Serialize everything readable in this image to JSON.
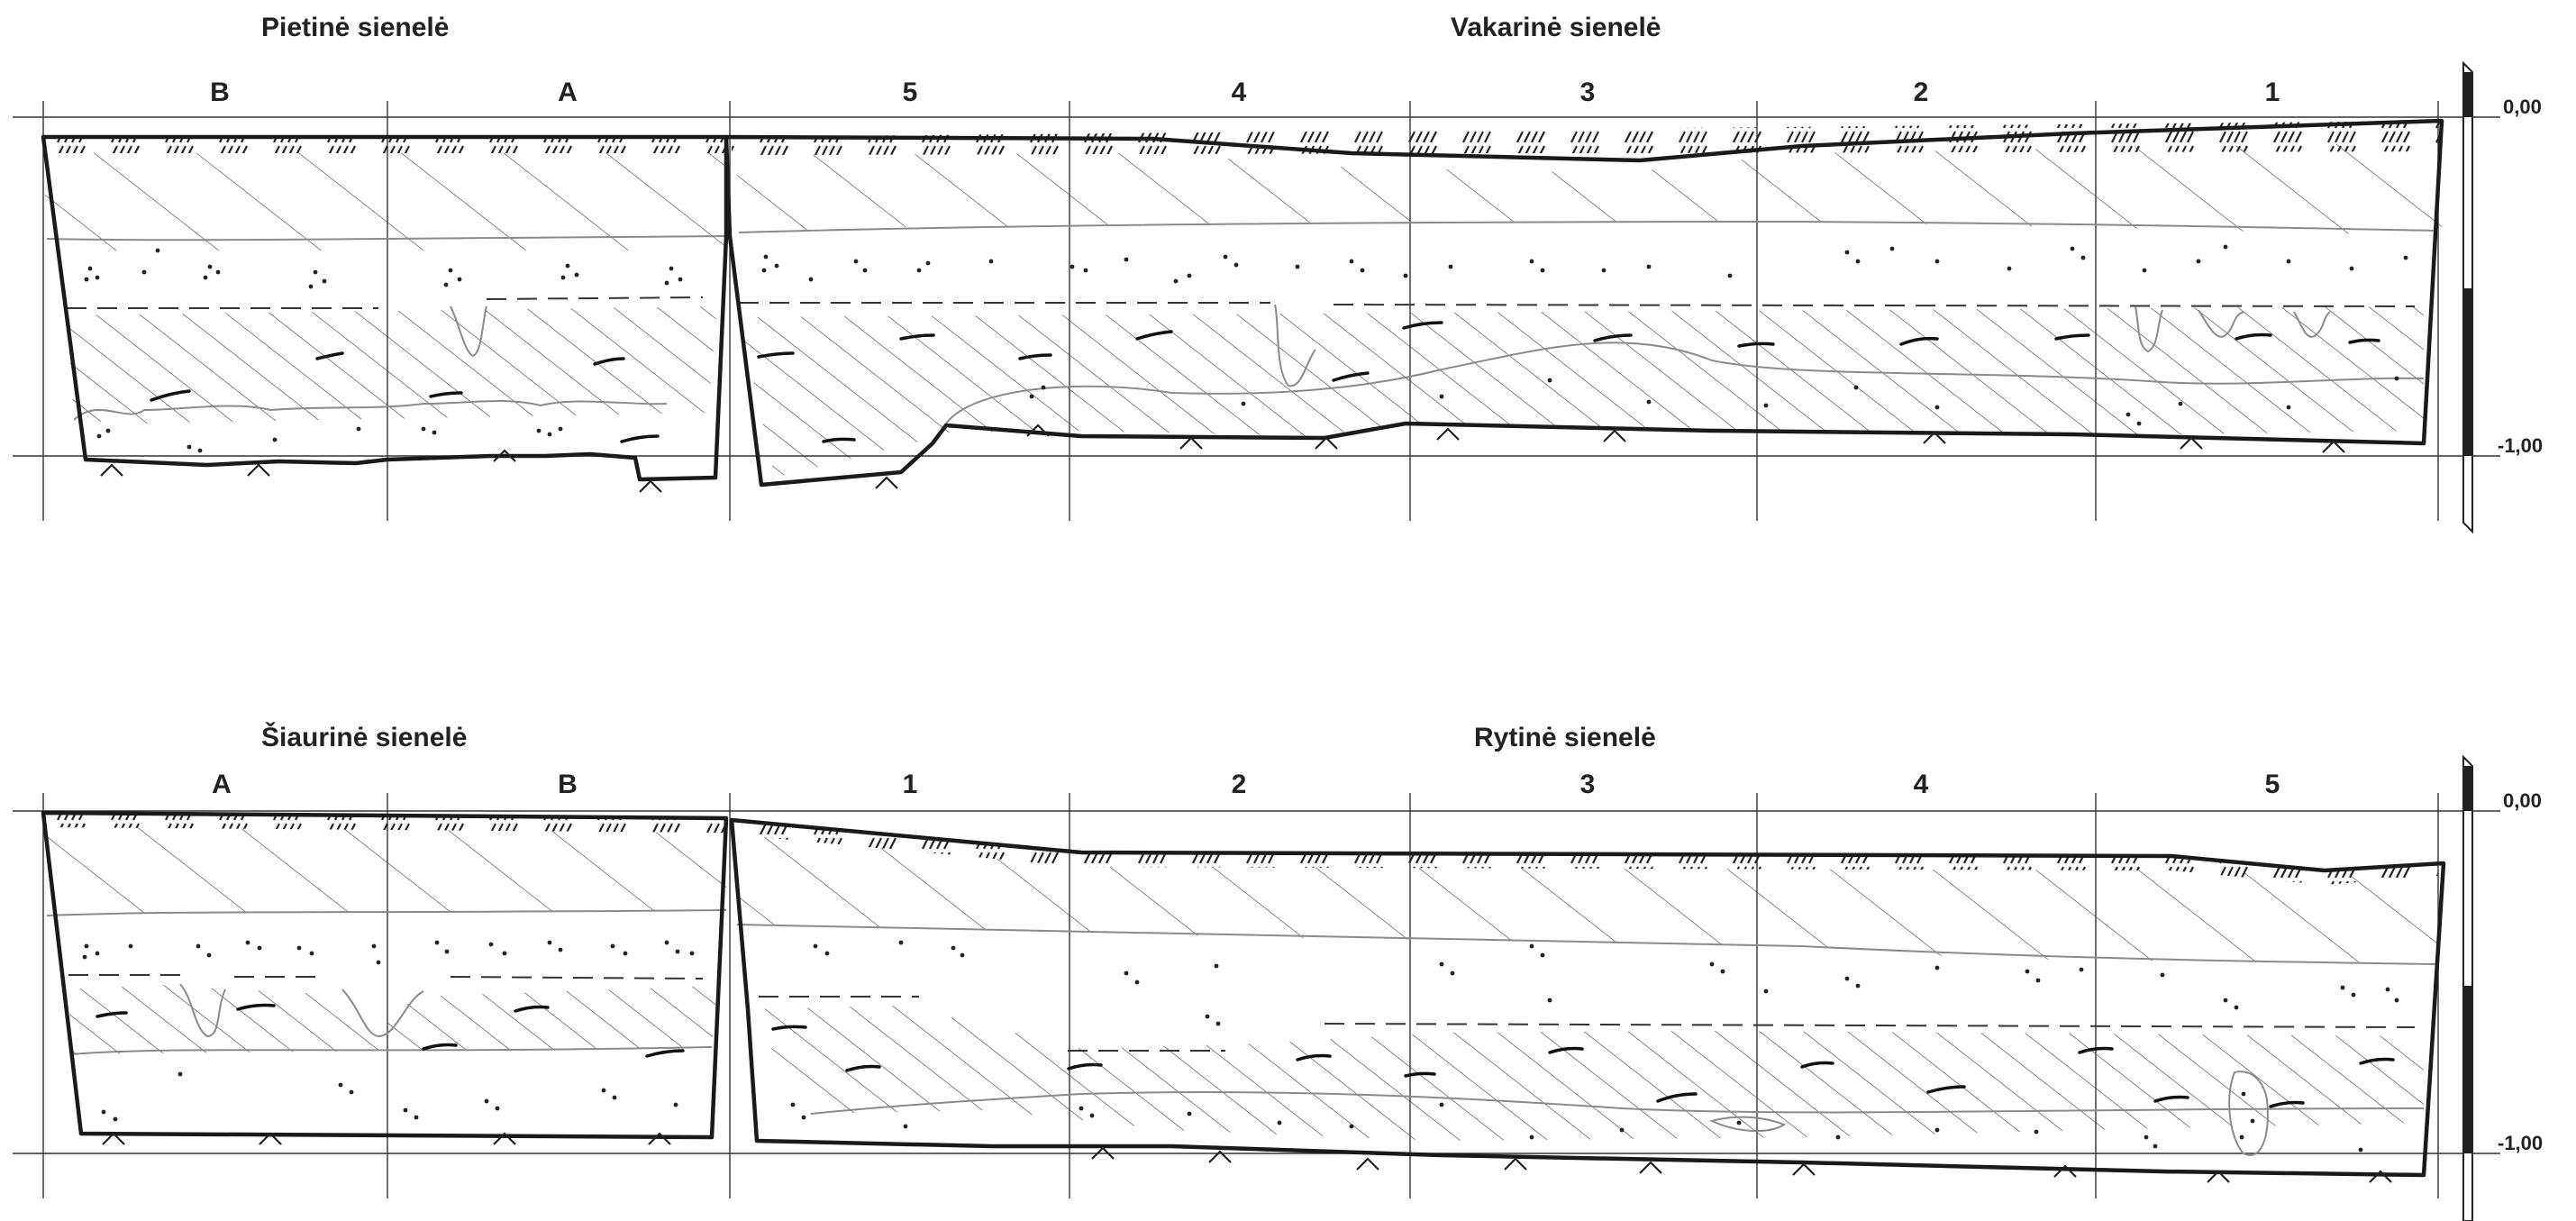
{
  "profiles": [
    {
      "id": "upper",
      "titles": {
        "left": "Pietinė sienelė",
        "right": "Vakarinė sienelė"
      },
      "columns": [
        "B",
        "A",
        "5",
        "4",
        "3",
        "2",
        "1"
      ],
      "scale": {
        "top": "0,00",
        "bottom": "-1,00"
      }
    },
    {
      "id": "lower",
      "titles": {
        "left": "Šiaurinė sienelė",
        "right": "Rytinė sienelė"
      },
      "columns": [
        "A",
        "B",
        "1",
        "2",
        "3",
        "4",
        "5"
      ],
      "scale": {
        "top": "0,00",
        "bottom": "-1,00"
      }
    }
  ]
}
